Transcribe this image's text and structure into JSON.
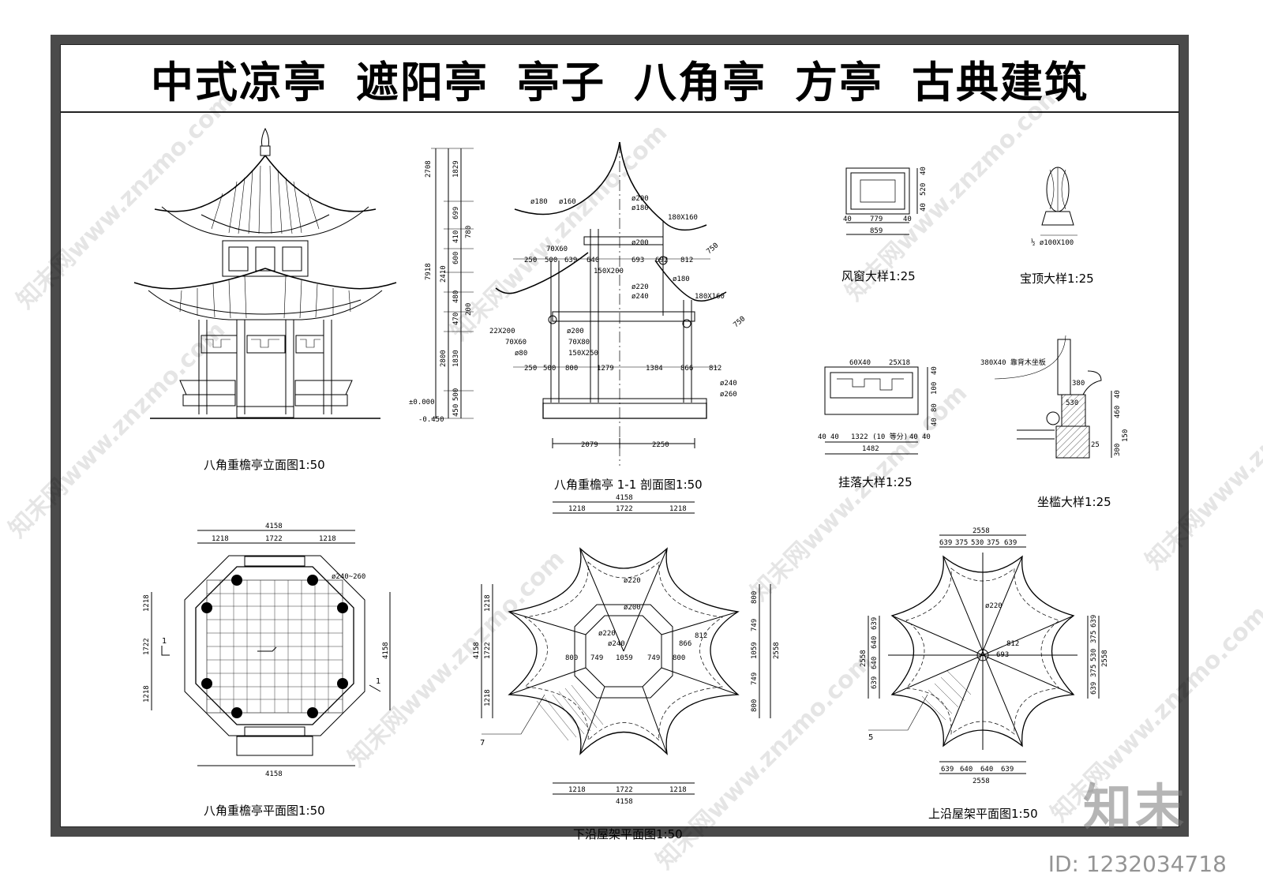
{
  "title_words": [
    "中式凉亭",
    "遮阳亭",
    "亭子",
    "八角亭",
    "方亭",
    "古典建筑"
  ],
  "captions": {
    "elevation": "八角重檐亭立面图1:50",
    "section": "八角重檐亭 1-1 剖面图1:50",
    "wind_window": "风窗大样1:25",
    "finial": "宝顶大样1:25",
    "hanging_fret": "挂落大样1:25",
    "bench": "坐槛大样1:25",
    "plan": "八角重檐亭平面图1:50",
    "lower_roof_frame": "下沿屋架平面图1:50",
    "upper_roof_frame": "上沿屋架平面图1:50"
  },
  "dimensions": {
    "section_vertical": [
      "1829",
      "2708",
      "699",
      "410",
      "780",
      "600",
      "7918",
      "2410",
      "480",
      "200",
      "470",
      "1830",
      "2800",
      "500",
      "450"
    ],
    "section_levels": [
      "±0.000",
      "-0.450"
    ],
    "section_members": [
      "ø180",
      "ø160",
      "ø200",
      "ø180",
      "180X160",
      "ø200",
      "70X60",
      "150X200",
      "ø220",
      "ø240",
      "ø180",
      "180X160",
      "22X200",
      "70X60",
      "ø80",
      "ø200",
      "70X80",
      "150X250",
      "ø240",
      "ø260"
    ],
    "section_horizontal_upper": [
      "250",
      "500",
      "639",
      "640",
      "693",
      "692",
      "812"
    ],
    "section_horizontal_lower": [
      "250",
      "500",
      "800",
      "1279",
      "1384",
      "866",
      "812"
    ],
    "section_bottom": [
      "2079",
      "2250"
    ],
    "section_slope": [
      "750",
      "750"
    ],
    "wind_window": [
      "40",
      "779",
      "40",
      "859",
      "40",
      "520",
      "40"
    ],
    "finial": "½ ø100X100",
    "hanging_fret": [
      "60X40",
      "25X18",
      "40",
      "40",
      "1322 (10 等分)",
      "40",
      "40",
      "1482",
      "40",
      "100",
      "80",
      "40"
    ],
    "bench": [
      "380X40 靠背木坐板",
      "380",
      "460",
      "40",
      "300",
      "150",
      "25",
      "530"
    ],
    "plan": [
      "4158",
      "1218",
      "1722",
      "1218",
      "ø240~260",
      "1218",
      "1722",
      "1218",
      "4158",
      "4158",
      "1",
      "1"
    ],
    "lower_frame": [
      "4158",
      "1218",
      "1722",
      "1218",
      "ø220",
      "ø200",
      "ø220",
      "ø240",
      "800",
      "749",
      "1059",
      "749",
      "800",
      "866",
      "812",
      "1218",
      "1722",
      "1218",
      "4158",
      "1218",
      "1722",
      "1218",
      "4158",
      "800",
      "749",
      "1059",
      "749",
      "800",
      "2558",
      "7"
    ],
    "upper_frame": [
      "2558",
      "639",
      "375",
      "530",
      "375",
      "639",
      "ø220",
      "639",
      "640",
      "640",
      "639",
      "2558",
      "639",
      "375",
      "530",
      "375",
      "639",
      "2558",
      "693",
      "812",
      "639",
      "640",
      "640",
      "639",
      "2558",
      "5"
    ]
  },
  "watermarks": [
    "知末网www.znzmo.com"
  ],
  "logo_text": "知末",
  "id_text": "ID: 1232034718"
}
